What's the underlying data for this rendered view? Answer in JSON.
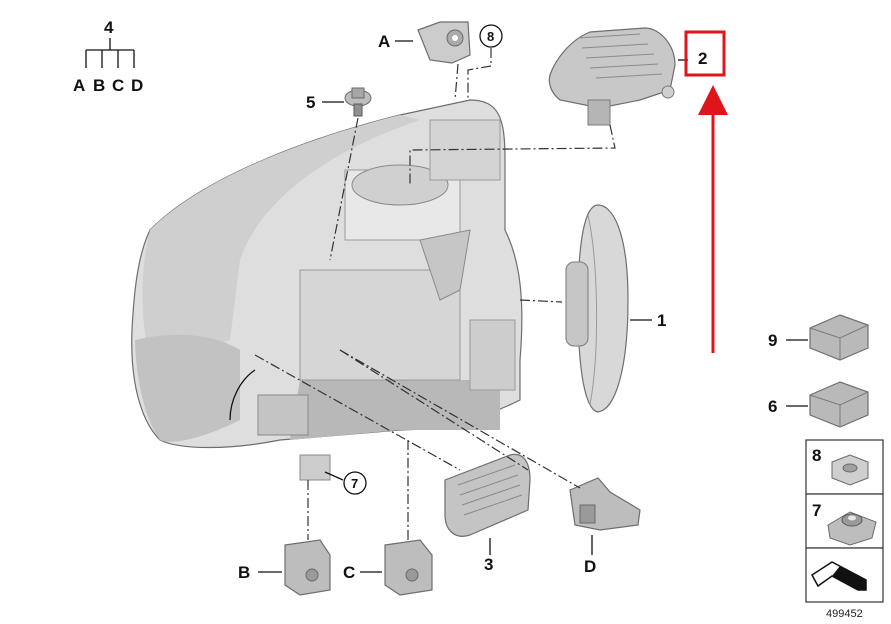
{
  "hierarchy": {
    "parent": "4",
    "children": [
      "A",
      "B",
      "C",
      "D"
    ]
  },
  "labels": {
    "p1": "1",
    "p2": "2",
    "p3": "3",
    "p4": "4",
    "p5": "5",
    "p6": "6",
    "p7": "7",
    "p8": "8",
    "p9": "9",
    "a": "A",
    "b": "B",
    "c": "C",
    "d": "D"
  },
  "circled": {
    "c8": "8",
    "c7": "7"
  },
  "legend": {
    "item8": "8",
    "item7": "7"
  },
  "diagram_number": "499452",
  "highlight": {
    "target": "2",
    "color": "#e0141b"
  },
  "colors": {
    "part_fill": "#dcdcdc",
    "part_dark": "#a8a8a8",
    "highlight": "#e0141b"
  }
}
